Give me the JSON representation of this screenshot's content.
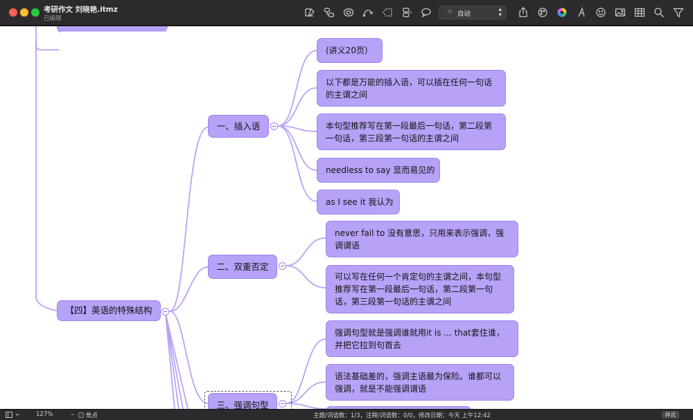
{
  "window": {
    "title": "考研作文 刘晓艳.itmz",
    "subtitle": "已编辑"
  },
  "toolbar": {
    "style_value": "自动",
    "icons": [
      "note-icon",
      "relationship-icon",
      "boundary-icon",
      "connect-icon",
      "collapse-icon",
      "insert-topic-icon",
      "comment-icon",
      "share-icon",
      "theme-icon",
      "color-wheel-icon",
      "font-icon",
      "emoji-icon",
      "image-icon",
      "table-icon",
      "search-icon",
      "filter-icon"
    ]
  },
  "mindmap": {
    "root": "【四】英语的特殊结构",
    "branch1": {
      "title": "一、插入语",
      "children": [
        "(讲义20页）",
        "以下都是万能的插入语，可以插在任何一句话的主谓之间",
        "本句型推荐写在第一段最后一句话，第二段第一句话，第三段第一句话的主谓之间",
        "needless to say 显而易见的",
        "as I see it 我认为"
      ]
    },
    "branch2": {
      "title": "二、双重否定",
      "children": [
        "never fail to 没有意思，只用来表示强调，强调谓语",
        "可以写在任何一个肯定句的主谓之间，本句型推荐写在第一段最后一句话，第二段第一句话，第三段第一句话的主谓之间"
      ]
    },
    "branch3": {
      "title": "三、强调句型",
      "children": [
        "强调句型就是强调谁就用it is ... that套住谁，并把它拉到句首去",
        "语法基础差的，强调主语最为保险。谁都可以强调，就是不能强调谓语"
      ]
    }
  },
  "statusbar": {
    "zoom": "127%",
    "focus_label": "焦点",
    "status": "主题/词语数：1/3，注释/词语数：0/0，修改日期：今天 上午12:42",
    "style_button": "样式"
  },
  "colors": {
    "node_fill": "#b7a2f7",
    "node_border": "#9d84ee",
    "link": "#b9a3f5"
  }
}
